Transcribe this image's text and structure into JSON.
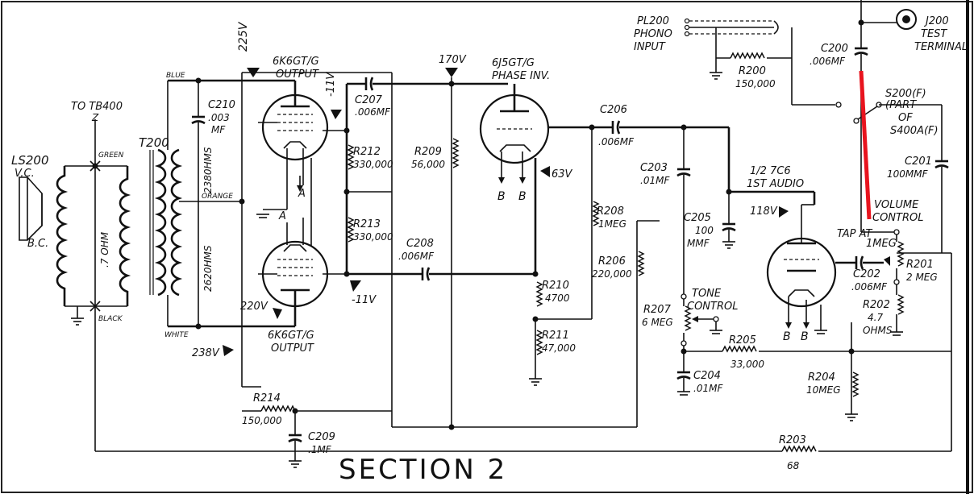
{
  "title": "SECTION 2",
  "highlight_color": "#e8141e",
  "labels": {
    "tb400": "TO TB400",
    "tb400_z": "Z",
    "ls200": "LS200",
    "vc": "V.C.",
    "bc": "B.C.",
    "green": "GREEN",
    "black": "BLACK",
    "t200": "T200",
    "ohm7": ".7 OHM",
    "blue": "BLUE",
    "orange": "ORANGE",
    "white": "WHITE",
    "ohms2380": "2380HMS",
    "ohms2620": "2620HMS",
    "c210": "C210",
    "c210v": ".003",
    "c210u": "MF",
    "v225": "225V",
    "t_out1a": "6K6GT/G",
    "t_out1b": "OUTPUT",
    "t_out2a": "6K6GT/G",
    "t_out2b": "OUTPUT",
    "v11a": "-11V",
    "v11b": "-11V",
    "v220": "220V",
    "v238": "238V",
    "c207": "C207",
    "c207v": ".006MF",
    "r212": "R212",
    "r212v": "330,000",
    "r213": "R213",
    "r213v": "330,000",
    "v170": "170V",
    "r209": "R209",
    "r209v": "56,000",
    "t_phase_a": "6J5GT/G",
    "t_phase_b": "PHASE INV.",
    "v63": "63V",
    "c208": "C208",
    "c208v": ".006MF",
    "r210": "R210",
    "r210v": "4700",
    "r211": "R211",
    "r211v": "47,000",
    "r214": "R214",
    "r214v": "150,000",
    "c209": "C209",
    "c209v": ".1MF",
    "c206": "C206",
    "c206v": ".006MF",
    "c203": "C203",
    "c203v": ".01MF",
    "r208": "R208",
    "r208v": "1MEG",
    "r206": "R206",
    "r206v": "220,000",
    "c205": "C205",
    "c205v": "100",
    "c205u": "MMF",
    "t_audio_a": "1/2 7C6",
    "t_audio_b": "1ST AUDIO",
    "v118": "118V",
    "r207": "R207",
    "r207v": "6 MEG",
    "tone_a": "TONE",
    "tone_b": "CONTROL",
    "r205": "R205",
    "r205v": "33,000",
    "c204": "C204",
    "c204v": ".01MF",
    "r204": "R204",
    "r204v": "10MEG",
    "r203": "R203",
    "r203v": "68",
    "pl200": "PL200",
    "phono": "PHONO",
    "input": "INPUT",
    "r200": "R200",
    "r200v": "150,000",
    "c200": "C200",
    "c200v": ".006MF",
    "j200": "J200",
    "test": "TEST",
    "terminal": "TERMINAL",
    "s200": "S200(F)",
    "part": "(PART",
    "of": "OF",
    "s400a": "S400A(F)",
    "c201": "C201",
    "c201v": "100MMF",
    "vol_a": "VOLUME",
    "vol_b": "CONTROL",
    "tap": "TAP  AT",
    "meg1": "1MEG",
    "r201": "R201",
    "r201v": "2 MEG",
    "c202": "C202",
    "c202v": ".006MF",
    "r202": "R202",
    "r202v": "4.7",
    "r202u": "OHMS",
    "pin_a": "A",
    "pin_b": "B"
  }
}
